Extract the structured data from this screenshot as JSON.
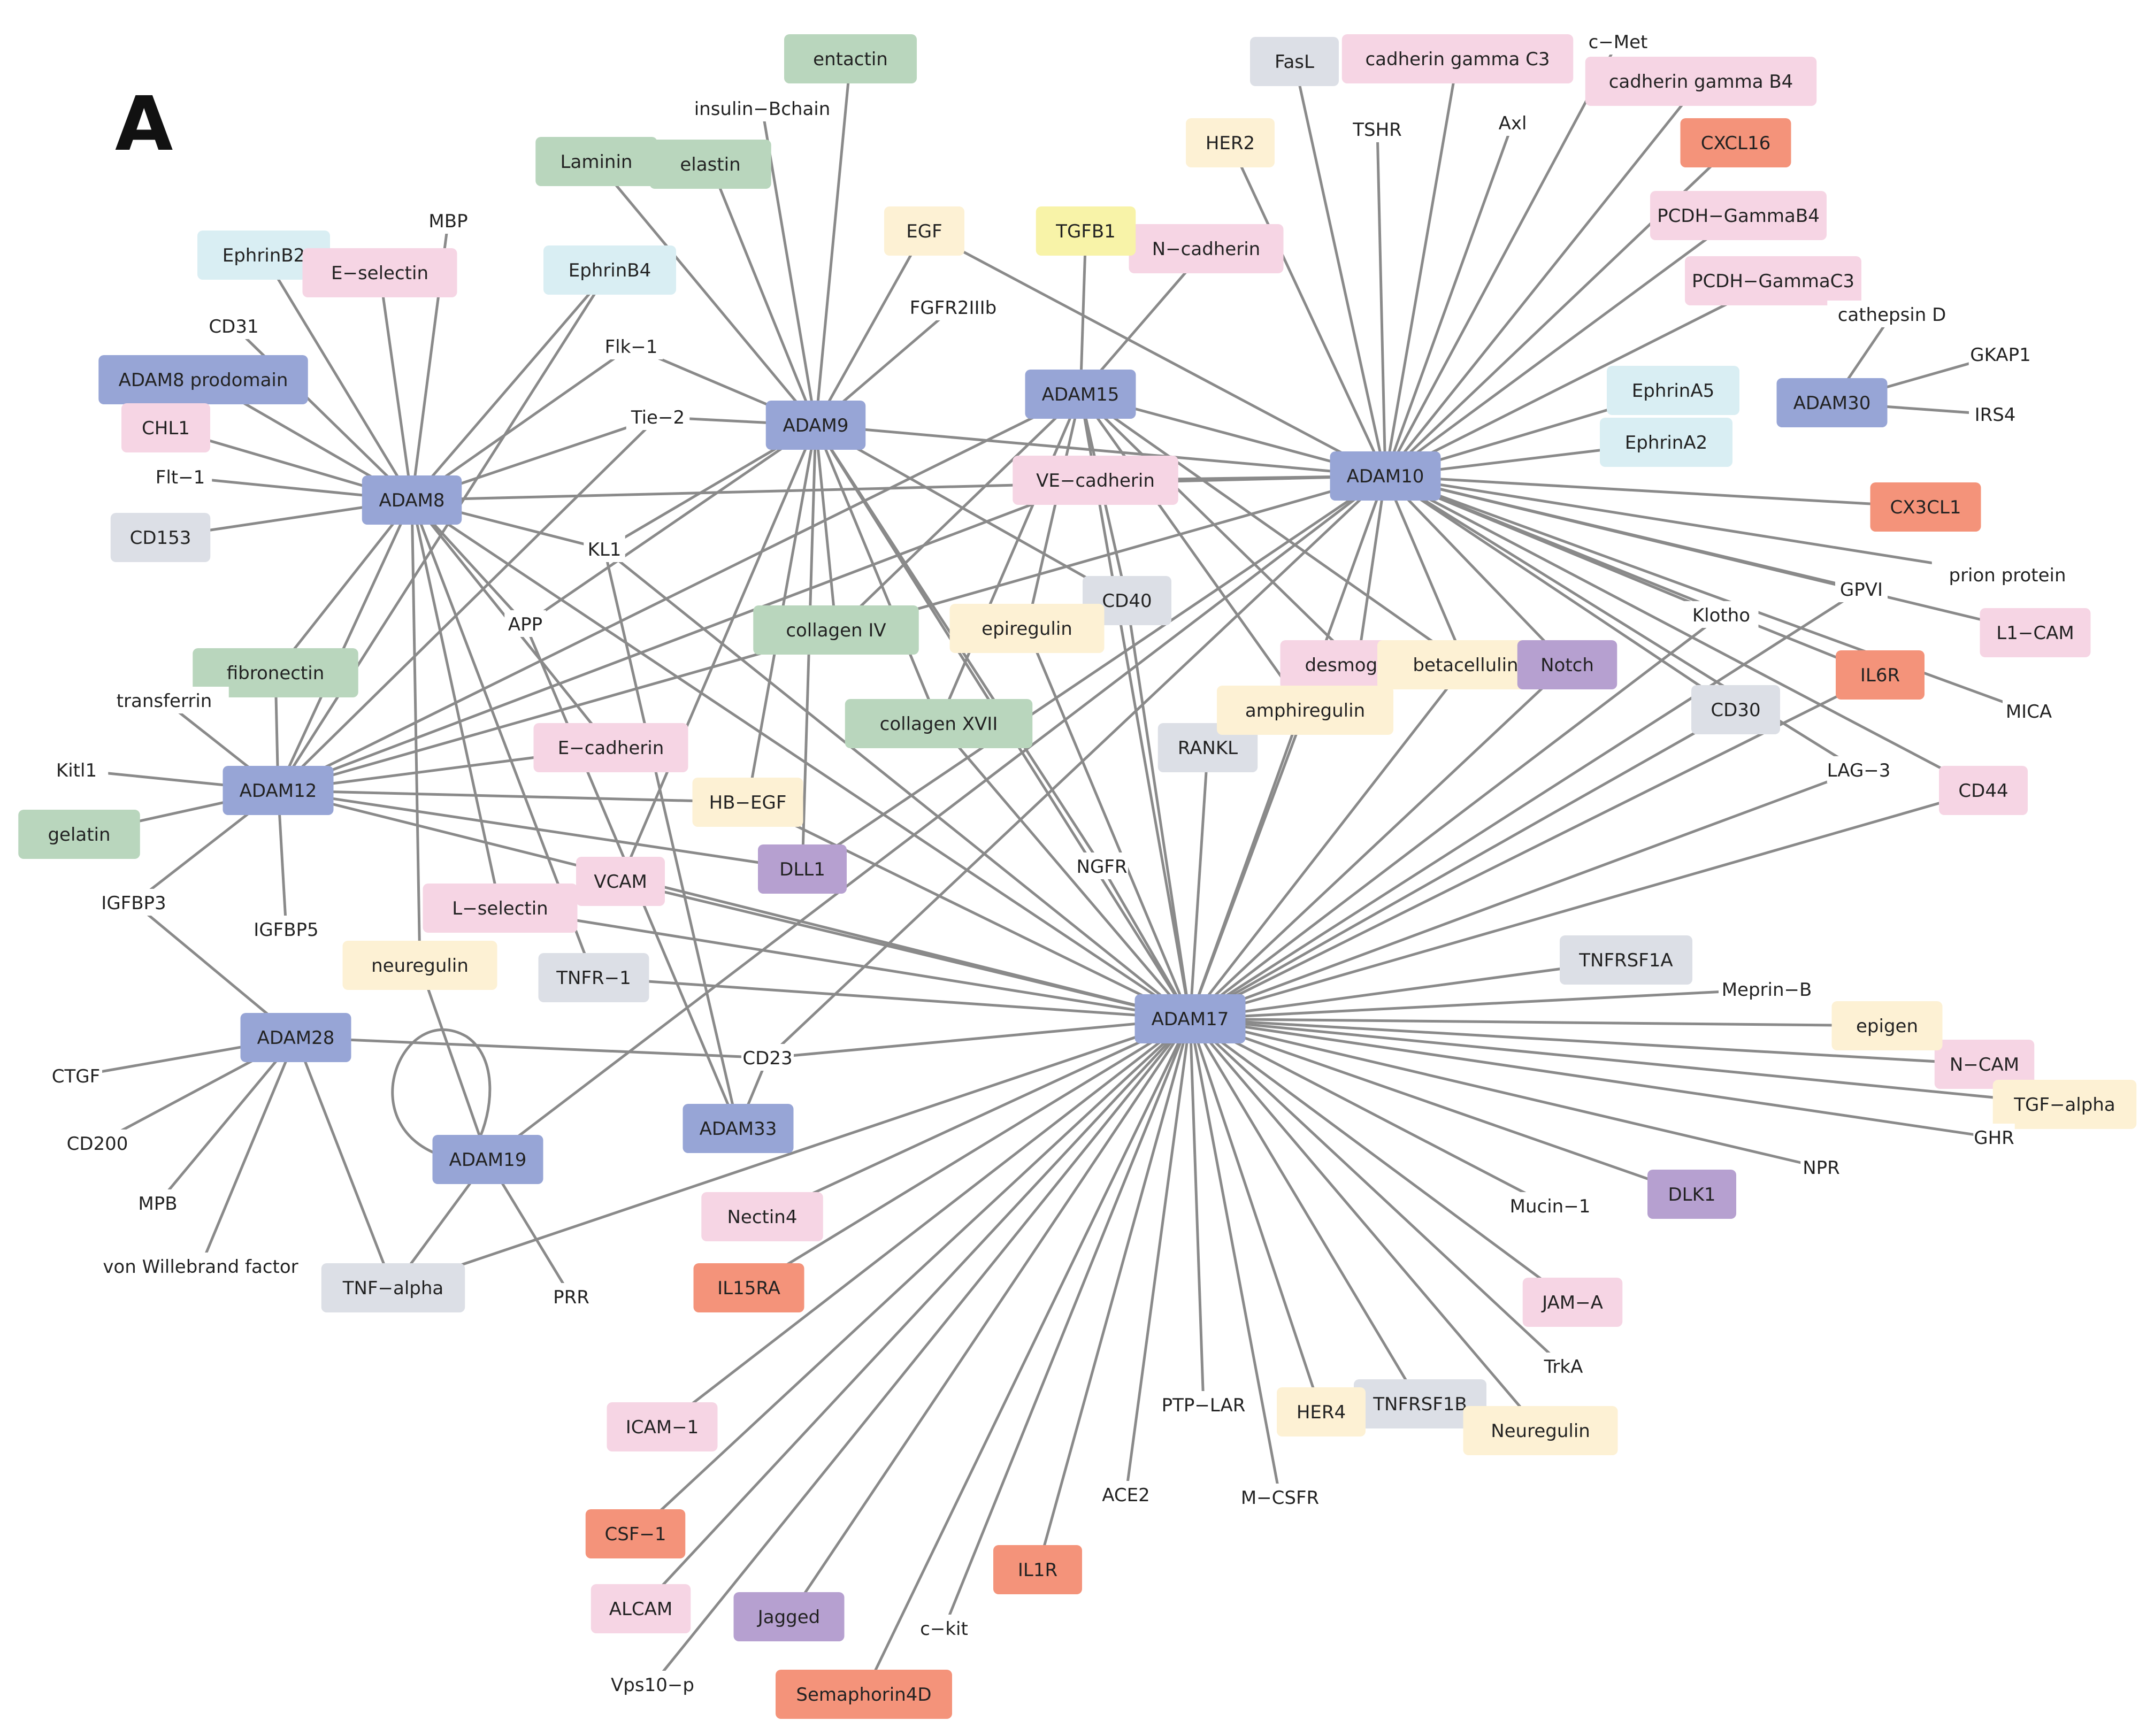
{
  "panel_label": "A",
  "colors": {
    "adam": "#97a5d6",
    "ecm": "#b9d6bd",
    "eph": "#d9eef3",
    "adhesion": "#f6d5e4",
    "receptor": "#dcdfe6",
    "growth": "#fdf1d4",
    "tgf": "#f8f3a8",
    "notch": "#b6a0d0",
    "chemokine": "#f4937a",
    "edge": "#8a8a8a"
  },
  "nodes": [
    {
      "id": "ADAM17",
      "label": "ADAM17",
      "cat": "adam"
    },
    {
      "id": "ADAM10",
      "label": "ADAM10",
      "cat": "adam"
    },
    {
      "id": "ADAM9",
      "label": "ADAM9",
      "cat": "adam"
    },
    {
      "id": "ADAM8",
      "label": "ADAM8",
      "cat": "adam"
    },
    {
      "id": "ADAM12",
      "label": "ADAM12",
      "cat": "adam"
    },
    {
      "id": "ADAM15",
      "label": "ADAM15",
      "cat": "adam"
    },
    {
      "id": "ADAM28",
      "label": "ADAM28",
      "cat": "adam"
    },
    {
      "id": "ADAM19",
      "label": "ADAM19",
      "cat": "adam"
    },
    {
      "id": "ADAM33",
      "label": "ADAM33",
      "cat": "adam"
    },
    {
      "id": "ADAM30",
      "label": "ADAM30",
      "cat": "adam"
    },
    {
      "id": "ADAM8prodomain",
      "label": "ADAM8 prodomain",
      "cat": "adam"
    },
    {
      "id": "entactin",
      "label": "entactin",
      "cat": "ecm"
    },
    {
      "id": "Laminin",
      "label": "Laminin",
      "cat": "ecm"
    },
    {
      "id": "elastin",
      "label": "elastin",
      "cat": "ecm"
    },
    {
      "id": "fibronectin",
      "label": "fibronectin",
      "cat": "ecm"
    },
    {
      "id": "gelatin",
      "label": "gelatin",
      "cat": "ecm"
    },
    {
      "id": "collagenIV",
      "label": "collagen IV",
      "cat": "ecm"
    },
    {
      "id": "collagenXVII",
      "label": "collagen XVII",
      "cat": "ecm"
    },
    {
      "id": "EphrinB2",
      "label": "EphrinB2",
      "cat": "eph"
    },
    {
      "id": "EphrinB4",
      "label": "EphrinB4",
      "cat": "eph"
    },
    {
      "id": "EphrinA5",
      "label": "EphrinA5",
      "cat": "eph"
    },
    {
      "id": "EphrinA2",
      "label": "EphrinA2",
      "cat": "eph"
    },
    {
      "id": "Eselectin",
      "label": "E−selectin",
      "cat": "adhesion"
    },
    {
      "id": "CHL1",
      "label": "CHL1",
      "cat": "adhesion"
    },
    {
      "id": "cadherinGC3",
      "label": "cadherin gamma C3",
      "cat": "adhesion"
    },
    {
      "id": "cadherinGB4",
      "label": "cadherin gamma B4",
      "cat": "adhesion"
    },
    {
      "id": "PCDHGB4",
      "label": "PCDH−GammaB4",
      "cat": "adhesion"
    },
    {
      "id": "PCDHGC3",
      "label": "PCDH−GammaC3",
      "cat": "adhesion"
    },
    {
      "id": "Ncadherin",
      "label": "N−cadherin",
      "cat": "adhesion"
    },
    {
      "id": "VEcadherin",
      "label": "VE−cadherin",
      "cat": "adhesion"
    },
    {
      "id": "desmoglein",
      "label": "desmoglein",
      "cat": "adhesion"
    },
    {
      "id": "L1CAM",
      "label": "L1−CAM",
      "cat": "adhesion"
    },
    {
      "id": "CD44",
      "label": "CD44",
      "cat": "adhesion"
    },
    {
      "id": "Ecadherin",
      "label": "E−cadherin",
      "cat": "adhesion"
    },
    {
      "id": "VCAM",
      "label": "VCAM",
      "cat": "adhesion"
    },
    {
      "id": "Lselectin",
      "label": "L−selectin",
      "cat": "adhesion"
    },
    {
      "id": "NCAM",
      "label": "N−CAM",
      "cat": "adhesion"
    },
    {
      "id": "JAMA",
      "label": "JAM−A",
      "cat": "adhesion"
    },
    {
      "id": "Nectin4",
      "label": "Nectin4",
      "cat": "adhesion"
    },
    {
      "id": "ICAM1",
      "label": "ICAM−1",
      "cat": "adhesion"
    },
    {
      "id": "ALCAM",
      "label": "ALCAM",
      "cat": "adhesion"
    },
    {
      "id": "FasL",
      "label": "FasL",
      "cat": "receptor"
    },
    {
      "id": "CD153",
      "label": "CD153",
      "cat": "receptor"
    },
    {
      "id": "CD40",
      "label": "CD40",
      "cat": "receptor"
    },
    {
      "id": "RANKL",
      "label": "RANKL",
      "cat": "receptor"
    },
    {
      "id": "CD30",
      "label": "CD30",
      "cat": "receptor"
    },
    {
      "id": "TNFR1",
      "label": "TNFR−1",
      "cat": "receptor"
    },
    {
      "id": "TNFRSF1A",
      "label": "TNFRSF1A",
      "cat": "receptor"
    },
    {
      "id": "TNFRSF1B",
      "label": "TNFRSF1B",
      "cat": "receptor"
    },
    {
      "id": "TNFalpha",
      "label": "TNF−alpha",
      "cat": "receptor"
    },
    {
      "id": "HER2",
      "label": "HER2",
      "cat": "growth"
    },
    {
      "id": "EGF",
      "label": "EGF",
      "cat": "growth"
    },
    {
      "id": "epiregulin",
      "label": "epiregulin",
      "cat": "growth"
    },
    {
      "id": "betacellulin",
      "label": "betacellulin",
      "cat": "growth"
    },
    {
      "id": "amphiregulin",
      "label": "amphiregulin",
      "cat": "growth"
    },
    {
      "id": "HBEGF",
      "label": "HB−EGF",
      "cat": "growth"
    },
    {
      "id": "neuregulin",
      "label": "neuregulin",
      "cat": "growth"
    },
    {
      "id": "epigen",
      "label": "epigen",
      "cat": "growth"
    },
    {
      "id": "TGFalpha",
      "label": "TGF−alpha",
      "cat": "growth"
    },
    {
      "id": "HER4",
      "label": "HER4",
      "cat": "growth"
    },
    {
      "id": "Neuregulin2",
      "label": "Neuregulin",
      "cat": "growth"
    },
    {
      "id": "TGFB1",
      "label": "TGFB1",
      "cat": "tgf"
    },
    {
      "id": "Notch",
      "label": "Notch",
      "cat": "notch"
    },
    {
      "id": "DLL1",
      "label": "DLL1",
      "cat": "notch"
    },
    {
      "id": "DLK1",
      "label": "DLK1",
      "cat": "notch"
    },
    {
      "id": "Jagged",
      "label": "Jagged",
      "cat": "notch"
    },
    {
      "id": "CXCL16",
      "label": "CXCL16",
      "cat": "chemokine"
    },
    {
      "id": "CX3CL1",
      "label": "CX3CL1",
      "cat": "chemokine"
    },
    {
      "id": "IL6R",
      "label": "IL6R",
      "cat": "chemokine"
    },
    {
      "id": "IL15RA",
      "label": "IL15RA",
      "cat": "chemokine"
    },
    {
      "id": "CSF1",
      "label": "CSF−1",
      "cat": "chemokine"
    },
    {
      "id": "IL1R",
      "label": "IL1R",
      "cat": "chemokine"
    },
    {
      "id": "Semaphorin4D",
      "label": "Semaphorin4D",
      "cat": "chemokine"
    },
    {
      "id": "insulinB",
      "label": "insulin−Bchain",
      "cat": "plain"
    },
    {
      "id": "MBP",
      "label": "MBP",
      "cat": "plain"
    },
    {
      "id": "CD31",
      "label": "CD31",
      "cat": "plain"
    },
    {
      "id": "Flk1",
      "label": "Flk−1",
      "cat": "plain"
    },
    {
      "id": "Tie2",
      "label": "Tie−2",
      "cat": "plain"
    },
    {
      "id": "Flt1",
      "label": "Flt−1",
      "cat": "plain"
    },
    {
      "id": "KL1",
      "label": "KL1",
      "cat": "plain"
    },
    {
      "id": "APP",
      "label": "APP",
      "cat": "plain"
    },
    {
      "id": "FGFR2IIIb",
      "label": "FGFR2IIIb",
      "cat": "plain"
    },
    {
      "id": "TSHR",
      "label": "TSHR",
      "cat": "plain"
    },
    {
      "id": "Axl",
      "label": "Axl",
      "cat": "plain"
    },
    {
      "id": "cMet",
      "label": "c−Met",
      "cat": "plain"
    },
    {
      "id": "cathepsinD",
      "label": "cathepsin D",
      "cat": "plain"
    },
    {
      "id": "GKAP1",
      "label": "GKAP1",
      "cat": "plain"
    },
    {
      "id": "IRS4",
      "label": "IRS4",
      "cat": "plain"
    },
    {
      "id": "prion",
      "label": "prion protein",
      "cat": "plain"
    },
    {
      "id": "GPVI",
      "label": "GPVI",
      "cat": "plain"
    },
    {
      "id": "Klotho",
      "label": "Klotho",
      "cat": "plain"
    },
    {
      "id": "MICA",
      "label": "MICA",
      "cat": "plain"
    },
    {
      "id": "LAG3",
      "label": "LAG−3",
      "cat": "plain"
    },
    {
      "id": "transferrin",
      "label": "transferrin",
      "cat": "plain"
    },
    {
      "id": "Kitl1",
      "label": "Kitl1",
      "cat": "plain"
    },
    {
      "id": "IGFBP3",
      "label": "IGFBP3",
      "cat": "plain"
    },
    {
      "id": "IGFBP5",
      "label": "IGFBP5",
      "cat": "plain"
    },
    {
      "id": "NGFR",
      "label": "NGFR",
      "cat": "plain"
    },
    {
      "id": "CD23",
      "label": "CD23",
      "cat": "plain"
    },
    {
      "id": "CTGF",
      "label": "CTGF",
      "cat": "plain"
    },
    {
      "id": "CD200",
      "label": "CD200",
      "cat": "plain"
    },
    {
      "id": "MPB",
      "label": "MPB",
      "cat": "plain"
    },
    {
      "id": "vWF",
      "label": "von Willebrand factor",
      "cat": "plain"
    },
    {
      "id": "PRR",
      "label": "PRR",
      "cat": "plain"
    },
    {
      "id": "MeprinB",
      "label": "Meprin−B",
      "cat": "plain"
    },
    {
      "id": "GHR",
      "label": "GHR",
      "cat": "plain"
    },
    {
      "id": "NPR",
      "label": "NPR",
      "cat": "plain"
    },
    {
      "id": "Mucin1",
      "label": "Mucin−1",
      "cat": "plain"
    },
    {
      "id": "TrkA",
      "label": "TrkA",
      "cat": "plain"
    },
    {
      "id": "PTPLAR",
      "label": "PTP−LAR",
      "cat": "plain"
    },
    {
      "id": "MCSFR",
      "label": "M−CSFR",
      "cat": "plain"
    },
    {
      "id": "ACE2",
      "label": "ACE2",
      "cat": "plain"
    },
    {
      "id": "ckit",
      "label": "c−kit",
      "cat": "plain"
    },
    {
      "id": "Vps10p",
      "label": "Vps10−p",
      "cat": "plain"
    }
  ],
  "edges": [
    [
      "ADAM8",
      "EphrinB2"
    ],
    [
      "ADAM8",
      "Eselectin"
    ],
    [
      "ADAM8",
      "MBP"
    ],
    [
      "ADAM8",
      "CD31"
    ],
    [
      "ADAM8",
      "ADAM8prodomain"
    ],
    [
      "ADAM8",
      "CHL1"
    ],
    [
      "ADAM8",
      "Flt1"
    ],
    [
      "ADAM8",
      "CD153"
    ],
    [
      "ADAM8",
      "EphrinB4"
    ],
    [
      "ADAM8",
      "Flk1"
    ],
    [
      "ADAM8",
      "Tie2"
    ],
    [
      "ADAM8",
      "KL1"
    ],
    [
      "ADAM8",
      "APP"
    ],
    [
      "ADAM8",
      "fibronectin"
    ],
    [
      "ADAM8",
      "ADAM10"
    ],
    [
      "ADAM8",
      "Ecadherin"
    ],
    [
      "ADAM8",
      "Lselectin"
    ],
    [
      "ADAM8",
      "neuregulin"
    ],
    [
      "ADAM8",
      "TNFR1"
    ],
    [
      "ADAM8",
      "ADAM17"
    ],
    [
      "ADAM8",
      "ADAM12"
    ],
    [
      "ADAM9",
      "entactin"
    ],
    [
      "ADAM9",
      "insulinB"
    ],
    [
      "ADAM9",
      "Laminin"
    ],
    [
      "ADAM9",
      "elastin"
    ],
    [
      "ADAM9",
      "EGF"
    ],
    [
      "ADAM9",
      "FGFR2IIIb"
    ],
    [
      "ADAM9",
      "Flk1"
    ],
    [
      "ADAM9",
      "Tie2"
    ],
    [
      "ADAM9",
      "KL1"
    ],
    [
      "ADAM9",
      "ADAM10"
    ],
    [
      "ADAM9",
      "CD40"
    ],
    [
      "ADAM9",
      "collagenIV"
    ],
    [
      "ADAM9",
      "collagenXVII"
    ],
    [
      "ADAM9",
      "HBEGF"
    ],
    [
      "ADAM9",
      "DLL1"
    ],
    [
      "ADAM9",
      "VCAM"
    ],
    [
      "ADAM9",
      "NGFR"
    ],
    [
      "ADAM9",
      "ADAM17"
    ],
    [
      "ADAM9",
      "APP"
    ],
    [
      "ADAM15",
      "TGFB1"
    ],
    [
      "ADAM15",
      "Ncadherin"
    ],
    [
      "ADAM15",
      "VEcadherin"
    ],
    [
      "ADAM15",
      "epiregulin"
    ],
    [
      "ADAM15",
      "CD40"
    ],
    [
      "ADAM15",
      "desmoglein"
    ],
    [
      "ADAM15",
      "betacellulin"
    ],
    [
      "ADAM15",
      "amphiregulin"
    ],
    [
      "ADAM15",
      "collagenIV"
    ],
    [
      "ADAM15",
      "collagenXVII"
    ],
    [
      "ADAM15",
      "ADAM12"
    ],
    [
      "ADAM15",
      "ADAM10"
    ],
    [
      "ADAM10",
      "FasL"
    ],
    [
      "ADAM10",
      "cadherinGC3"
    ],
    [
      "ADAM10",
      "TSHR"
    ],
    [
      "ADAM10",
      "cMet"
    ],
    [
      "ADAM10",
      "Axl"
    ],
    [
      "ADAM10",
      "cadherinGB4"
    ],
    [
      "ADAM10",
      "CXCL16"
    ],
    [
      "ADAM10",
      "HER2"
    ],
    [
      "ADAM10",
      "PCDHGB4"
    ],
    [
      "ADAM10",
      "PCDHGC3"
    ],
    [
      "ADAM10",
      "EphrinA5"
    ],
    [
      "ADAM10",
      "EphrinA2"
    ],
    [
      "ADAM10",
      "CX3CL1"
    ],
    [
      "ADAM10",
      "prion"
    ],
    [
      "ADAM10",
      "GPVI"
    ],
    [
      "ADAM10",
      "Klotho"
    ],
    [
      "ADAM10",
      "L1CAM"
    ],
    [
      "ADAM10",
      "IL6R"
    ],
    [
      "ADAM10",
      "MICA"
    ],
    [
      "ADAM10",
      "CD30"
    ],
    [
      "ADAM10",
      "LAG3"
    ],
    [
      "ADAM10",
      "CD44"
    ],
    [
      "ADAM10",
      "desmoglein"
    ],
    [
      "ADAM10",
      "betacellulin"
    ],
    [
      "ADAM10",
      "Notch"
    ],
    [
      "ADAM10",
      "ADAM12"
    ],
    [
      "ADAM10",
      "ADAM19"
    ],
    [
      "ADAM10",
      "DLL1"
    ],
    [
      "ADAM10",
      "CD23"
    ],
    [
      "ADAM10",
      "ADAM17"
    ],
    [
      "ADAM10",
      "EGF"
    ],
    [
      "ADAM10",
      "VEcadherin"
    ],
    [
      "ADAM30",
      "cathepsinD"
    ],
    [
      "ADAM30",
      "GKAP1"
    ],
    [
      "ADAM30",
      "IRS4"
    ],
    [
      "ADAM12",
      "transferrin"
    ],
    [
      "ADAM12",
      "Kitl1"
    ],
    [
      "ADAM12",
      "gelatin"
    ],
    [
      "ADAM12",
      "IGFBP3"
    ],
    [
      "ADAM12",
      "IGFBP5"
    ],
    [
      "ADAM12",
      "fibronectin"
    ],
    [
      "ADAM12",
      "Ecadherin"
    ],
    [
      "ADAM12",
      "HBEGF"
    ],
    [
      "ADAM12",
      "DLL1"
    ],
    [
      "ADAM12",
      "VEcadherin"
    ],
    [
      "ADAM12",
      "Tie2"
    ],
    [
      "ADAM12",
      "EphrinB4"
    ],
    [
      "ADAM12",
      "ADAM17"
    ],
    [
      "ADAM28",
      "IGFBP3"
    ],
    [
      "ADAM28",
      "CTGF"
    ],
    [
      "ADAM28",
      "CD200"
    ],
    [
      "ADAM28",
      "MPB"
    ],
    [
      "ADAM28",
      "vWF"
    ],
    [
      "ADAM28",
      "TNFalpha"
    ],
    [
      "ADAM28",
      "CD23"
    ],
    [
      "ADAM19",
      "neuregulin"
    ],
    [
      "ADAM19",
      "TNFalpha"
    ],
    [
      "ADAM19",
      "PRR"
    ],
    [
      "ADAM19",
      "ADAM19"
    ],
    [
      "ADAM33",
      "KL1"
    ],
    [
      "ADAM33",
      "CD23"
    ],
    [
      "ADAM33",
      "APP"
    ],
    [
      "ADAM17",
      "CD40"
    ],
    [
      "ADAM17",
      "RANKL"
    ],
    [
      "ADAM17",
      "NGFR"
    ],
    [
      "ADAM17",
      "epiregulin"
    ],
    [
      "ADAM17",
      "amphiregulin"
    ],
    [
      "ADAM17",
      "betacellulin"
    ],
    [
      "ADAM17",
      "Notch"
    ],
    [
      "ADAM17",
      "CD30"
    ],
    [
      "ADAM17",
      "IL6R"
    ],
    [
      "ADAM17",
      "CD44"
    ],
    [
      "ADAM17",
      "LAG3"
    ],
    [
      "ADAM17",
      "Klotho"
    ],
    [
      "ADAM17",
      "GPVI"
    ],
    [
      "ADAM17",
      "TNFRSF1A"
    ],
    [
      "ADAM17",
      "MeprinB"
    ],
    [
      "ADAM17",
      "epigen"
    ],
    [
      "ADAM17",
      "NCAM"
    ],
    [
      "ADAM17",
      "TGFalpha"
    ],
    [
      "ADAM17",
      "GHR"
    ],
    [
      "ADAM17",
      "NPR"
    ],
    [
      "ADAM17",
      "DLK1"
    ],
    [
      "ADAM17",
      "Mucin1"
    ],
    [
      "ADAM17",
      "JAMA"
    ],
    [
      "ADAM17",
      "TrkA"
    ],
    [
      "ADAM17",
      "Neuregulin2"
    ],
    [
      "ADAM17",
      "TNFRSF1B"
    ],
    [
      "ADAM17",
      "HER4"
    ],
    [
      "ADAM17",
      "MCSFR"
    ],
    [
      "ADAM17",
      "PTPLAR"
    ],
    [
      "ADAM17",
      "ACE2"
    ],
    [
      "ADAM17",
      "IL1R"
    ],
    [
      "ADAM17",
      "ckit"
    ],
    [
      "ADAM17",
      "Semaphorin4D"
    ],
    [
      "ADAM17",
      "Jagged"
    ],
    [
      "ADAM17",
      "Vps10p"
    ],
    [
      "ADAM17",
      "ALCAM"
    ],
    [
      "ADAM17",
      "CSF1"
    ],
    [
      "ADAM17",
      "ICAM1"
    ],
    [
      "ADAM17",
      "IL15RA"
    ],
    [
      "ADAM17",
      "Nectin4"
    ],
    [
      "ADAM17",
      "TNFalpha"
    ],
    [
      "ADAM17",
      "CD23"
    ],
    [
      "ADAM17",
      "TNFR1"
    ],
    [
      "ADAM17",
      "Lselectin"
    ],
    [
      "ADAM17",
      "VCAM"
    ],
    [
      "ADAM17",
      "HBEGF"
    ],
    [
      "ADAM17",
      "KL1"
    ],
    [
      "ADAM17",
      "collagenXVII"
    ],
    [
      "ADAM17",
      "VEcadherin"
    ]
  ]
}
